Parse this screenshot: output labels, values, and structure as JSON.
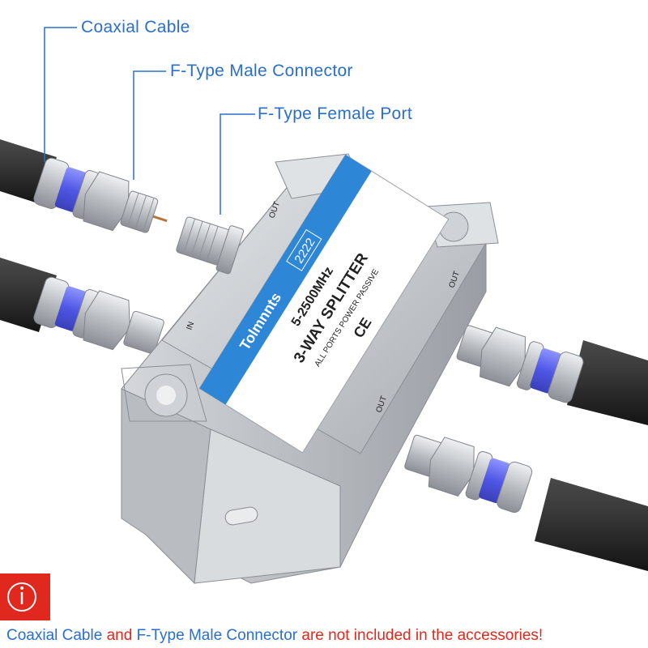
{
  "callouts": {
    "coaxial_cable": "Coaxial Cable",
    "male_connector": "F-Type Male Connector",
    "female_port": "F-Type Female Port"
  },
  "device": {
    "brand": "Tolmnnts",
    "model": "2222",
    "frequency": "5-2500MHz",
    "name": "3-WAY SPLITTER",
    "subtitle": "ALL PORTS POWER PASSIVE",
    "certification": "CE",
    "port_out": "OUT",
    "port_in": "IN"
  },
  "footer": {
    "part1": "Coaxial Cable",
    "and": " and ",
    "part2": " F-Type Male Connector",
    "part3": " are not included in the accessories!"
  },
  "info_icon": "info-circle-icon",
  "colors": {
    "callout_blue": "#2a6fc9",
    "warning_red": "#e0281e",
    "label_band_blue": "#2e86d6",
    "connector_ring": "#5b63e8",
    "cable": "#2a2a2a",
    "metal": "#c5c8cc"
  }
}
